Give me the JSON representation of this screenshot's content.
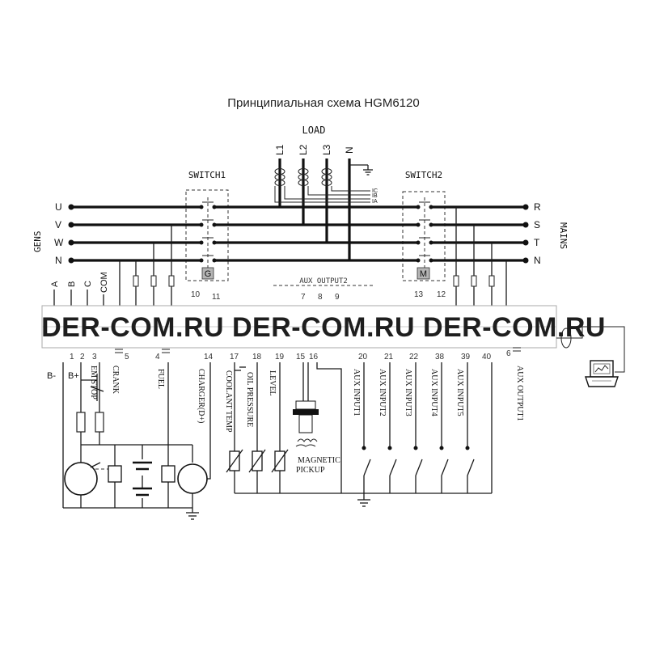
{
  "title": "Принципиальная схема HGM6120",
  "watermark": "DER-COM.RU DER-COM.RU DER-COM.RU",
  "load_label": "LOAD",
  "load_phases": [
    "L1",
    "L2",
    "L3",
    "N"
  ],
  "ct_labels": [
    "IC",
    "IB",
    "IA"
  ],
  "switch1_label": "SWITCH1",
  "switch2_label": "SWITCH2",
  "switch1_tag": "G",
  "switch2_tag": "M",
  "gens_label": "GENS",
  "mains_label": "MAINS",
  "gens_phases": [
    "U",
    "V",
    "W",
    "N"
  ],
  "mains_phases": [
    "R",
    "S",
    "T",
    "N"
  ],
  "comm_labels": [
    "A",
    "B",
    "C",
    "COM"
  ],
  "aux_output2_label": "AUX OUTPUT2",
  "top_terminals": {
    "t10": "10",
    "t11": "11",
    "t7": "7",
    "t8": "8",
    "t9": "9",
    "t13": "13",
    "t12": "12"
  },
  "bottom_terminals": [
    "1",
    "2",
    "3",
    "5",
    "4",
    "14",
    "17",
    "18",
    "19",
    "15",
    "16",
    "20",
    "21",
    "22",
    "38",
    "39",
    "40",
    "6"
  ],
  "supply_labels": [
    "B-",
    "B+"
  ],
  "vertical_labels": {
    "em_stop": "EM STOP",
    "crank": "CRANK",
    "fuel": "FUEL",
    "charger": "CHARGER(D+)",
    "coolant": "COOLANT TEMP",
    "oil": "OIL PRESSURE",
    "level": "LEVEL",
    "aux_in": [
      "AUX INPUT1",
      "AUX INPUT2",
      "AUX INPUT3",
      "AUX INPUT4",
      "AUX INPUT5"
    ],
    "aux_out1": "AUX OUTPUT1"
  },
  "pickup_label_1": "MAGNETIC",
  "pickup_label_2": "PICKUP",
  "colors": {
    "line": "#1a1a1a",
    "watermark": "#1e1e1e",
    "tag_fill": "#b5b5b5",
    "background": "#ffffff"
  },
  "icons": [
    "ground-icon",
    "laptop-icon",
    "motor-icon",
    "battery-icon",
    "relay-coil-icon",
    "fuse-icon",
    "sensor-icon",
    "switch-icon"
  ]
}
